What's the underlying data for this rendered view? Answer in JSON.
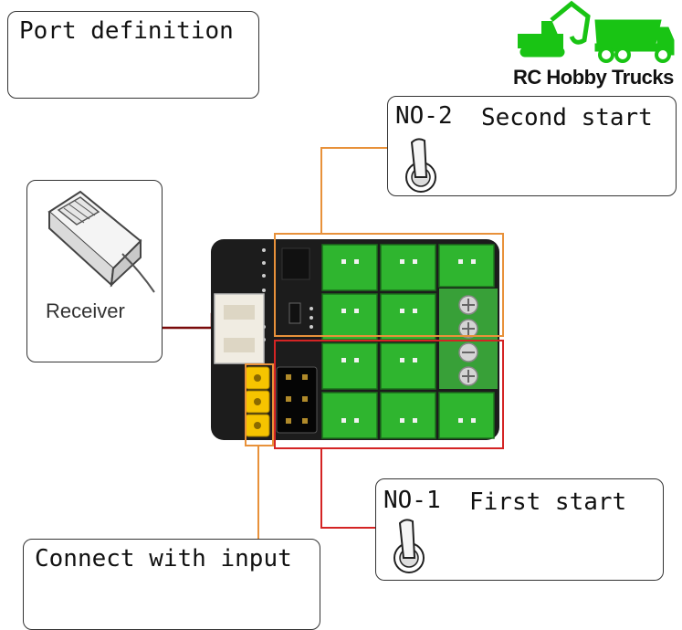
{
  "title": "Port definition",
  "brand": {
    "name": "RC Hobby Trucks",
    "color": "#19c414"
  },
  "receiver_label": "Receiver",
  "no2": {
    "label": "NO-2",
    "desc": "Second start",
    "color": "#e8913a"
  },
  "no1": {
    "label": "NO-1",
    "desc": "First start",
    "color": "#d42424"
  },
  "input": {
    "label": "Connect with input",
    "color": "#e8913a"
  },
  "icons": [
    "toggle-switch-icon",
    "receiver-icon",
    "excavator-icon",
    "dump-truck-icon"
  ]
}
